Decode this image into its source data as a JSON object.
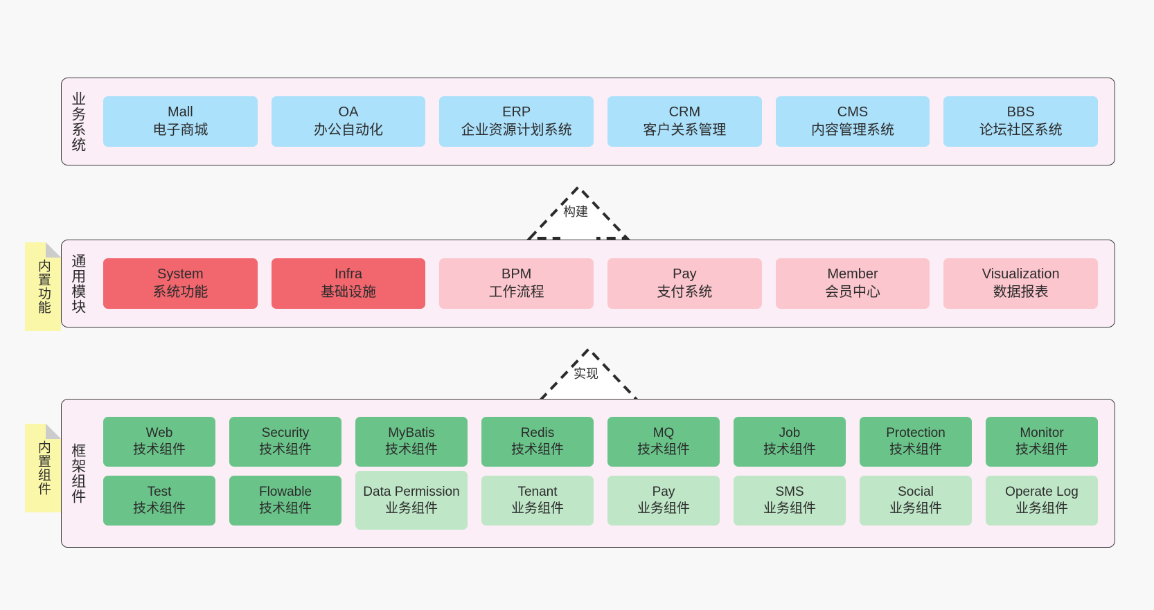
{
  "background_color": "#f8f8f8",
  "palette": {
    "panel_bg": "#fbeef7",
    "panel_border": "#3a3a3a",
    "blue": "#ace1fb",
    "red": "#f2666e",
    "pink": "#fbc6cd",
    "green": "#6ac489",
    "light_green": "#bfe6c7",
    "note_yellow": "#fbf7a8"
  },
  "layers": {
    "business": {
      "title": "业务系统",
      "nodes": [
        {
          "en": "Mall",
          "cn": "电子商城",
          "color": "blue"
        },
        {
          "en": "OA",
          "cn": "办公自动化",
          "color": "blue"
        },
        {
          "en": "ERP",
          "cn": "企业资源计划系统",
          "color": "blue"
        },
        {
          "en": "CRM",
          "cn": "客户关系管理",
          "color": "blue"
        },
        {
          "en": "CMS",
          "cn": "内容管理系统",
          "color": "blue"
        },
        {
          "en": "BBS",
          "cn": "论坛社区系统",
          "color": "blue"
        }
      ]
    },
    "common": {
      "title": "通用模块",
      "note": "内置功能",
      "nodes": [
        {
          "en": "System",
          "cn": "系统功能",
          "color": "red"
        },
        {
          "en": "Infra",
          "cn": "基础设施",
          "color": "red"
        },
        {
          "en": "BPM",
          "cn": "工作流程",
          "color": "pink"
        },
        {
          "en": "Pay",
          "cn": "支付系统",
          "color": "pink"
        },
        {
          "en": "Member",
          "cn": "会员中心",
          "color": "pink"
        },
        {
          "en": "Visualization",
          "cn": "数据报表",
          "color": "pink"
        }
      ]
    },
    "framework": {
      "title": "框架组件",
      "note": "内置组件",
      "row1": [
        {
          "en": "Web",
          "cn": "技术组件",
          "color": "green"
        },
        {
          "en": "Security",
          "cn": "技术组件",
          "color": "green"
        },
        {
          "en": "MyBatis",
          "cn": "技术组件",
          "color": "green"
        },
        {
          "en": "Redis",
          "cn": "技术组件",
          "color": "green"
        },
        {
          "en": "MQ",
          "cn": "技术组件",
          "color": "green"
        },
        {
          "en": "Job",
          "cn": "技术组件",
          "color": "green"
        },
        {
          "en": "Protection",
          "cn": "技术组件",
          "color": "green"
        },
        {
          "en": "Monitor",
          "cn": "技术组件",
          "color": "green"
        }
      ],
      "row2": [
        {
          "en": "Test",
          "cn": "技术组件",
          "color": "green",
          "tall": false
        },
        {
          "en": "Flowable",
          "cn": "技术组件",
          "color": "green",
          "tall": false
        },
        {
          "en": "Data Permission",
          "cn": "业务组件",
          "color": "lgreen",
          "tall": true
        },
        {
          "en": "Tenant",
          "cn": "业务组件",
          "color": "lgreen",
          "tall": false
        },
        {
          "en": "Pay",
          "cn": "业务组件",
          "color": "lgreen",
          "tall": false
        },
        {
          "en": "SMS",
          "cn": "业务组件",
          "color": "lgreen",
          "tall": false
        },
        {
          "en": "Social",
          "cn": "业务组件",
          "color": "lgreen",
          "tall": false
        },
        {
          "en": "Operate Log",
          "cn": "业务组件",
          "color": "lgreen",
          "tall": false
        }
      ]
    }
  },
  "arrows": {
    "build": {
      "label": "构建",
      "style": "dashed-hollow-up-arrow"
    },
    "implement": {
      "label": "实现",
      "style": "dashed-hollow-up-arrow"
    }
  }
}
